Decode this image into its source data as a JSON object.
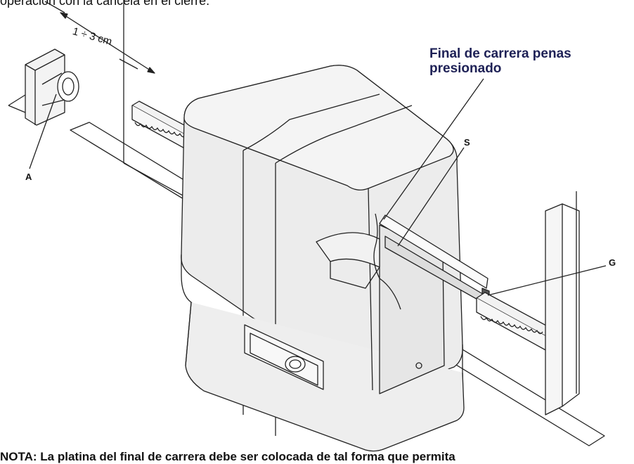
{
  "header_text": "operación con la cancela en el cierre.",
  "dimension_label": "1 ÷ 3 cm",
  "title": [
    "Final de carrera penas",
    "presionado"
  ],
  "callouts": {
    "a": "A",
    "s": "S",
    "g": "G"
  },
  "note": "NOTA: La platina del final de carrera debe ser colocada de tal forma que permita"
}
